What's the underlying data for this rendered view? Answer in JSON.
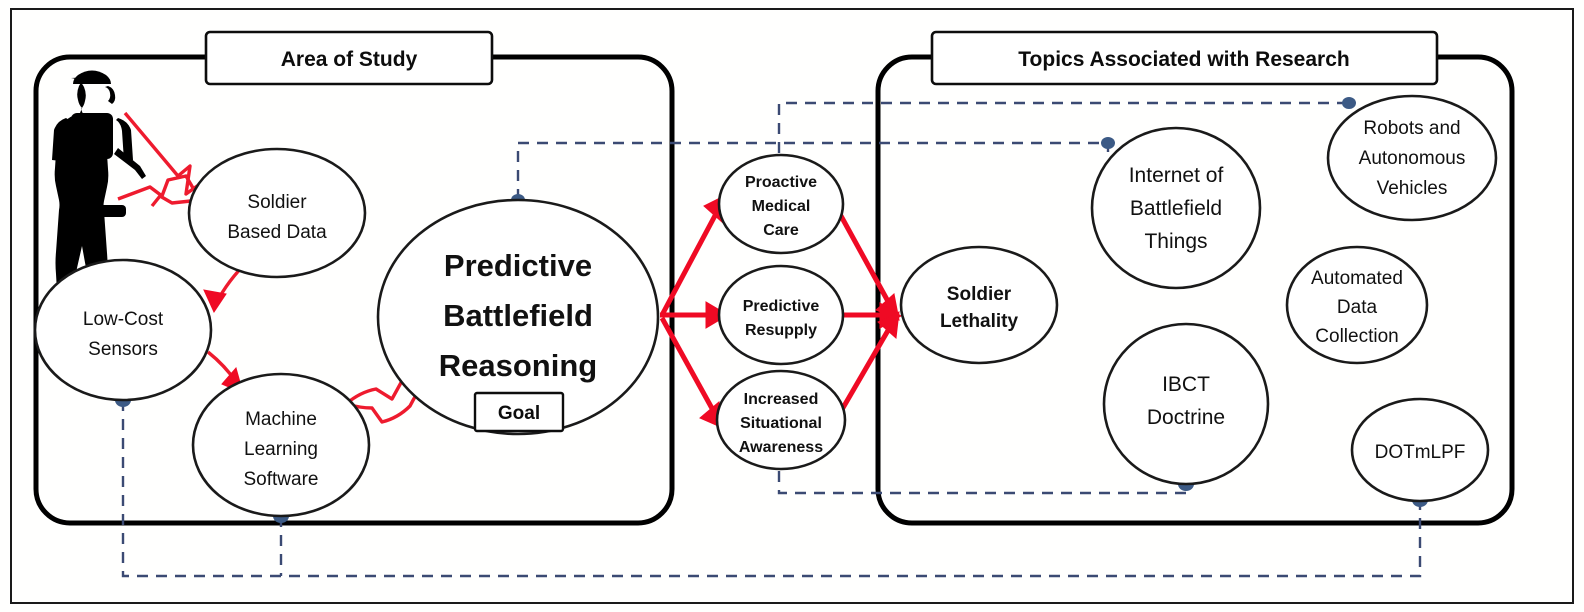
{
  "figure": {
    "title": "Predictive Battlefield Reasoning research concept map",
    "background": "#ffffff",
    "accent_red": "#ef0a24",
    "accent_blue": "#3c5a85"
  },
  "panels": {
    "left": {
      "header": "Area of Study"
    },
    "right": {
      "header": "Topics Associated with Research"
    }
  },
  "left_nodes": [
    {
      "id": "soldier-based-data",
      "lines": [
        "Soldier",
        "Based Data"
      ],
      "style": "regular"
    },
    {
      "id": "low-cost-sensors",
      "lines": [
        "Low-Cost",
        "Sensors"
      ],
      "style": "regular"
    },
    {
      "id": "machine-learning-software",
      "lines": [
        "Machine",
        "Learning",
        "Software"
      ],
      "style": "regular"
    },
    {
      "id": "predictive-battlefield-reasoning",
      "lines": [
        "Predictive",
        "Battlefield",
        "Reasoning"
      ],
      "style": "big-bold",
      "badge": "Goal"
    }
  ],
  "middle_nodes": [
    {
      "id": "proactive-medical-care",
      "lines": [
        "Proactive",
        "Medical",
        "Care"
      ],
      "style": "small-bold"
    },
    {
      "id": "predictive-resupply",
      "lines": [
        "Predictive",
        "Resupply"
      ],
      "style": "small-bold"
    },
    {
      "id": "increased-situational-awareness",
      "lines": [
        "Increased",
        "Situational",
        "Awareness"
      ],
      "style": "small-bold"
    }
  ],
  "right_nodes": [
    {
      "id": "soldier-lethality",
      "lines": [
        "Soldier",
        "Lethality"
      ],
      "style": "bold"
    },
    {
      "id": "internet-of-battlefield-things",
      "lines": [
        "Internet of",
        "Battlefield",
        "Things"
      ],
      "style": "medium"
    },
    {
      "id": "robots-and-autonomous-vehicles",
      "lines": [
        "Robots and",
        "Autonomous",
        "Vehicles"
      ],
      "style": "regular"
    },
    {
      "id": "automated-data-collection",
      "lines": [
        "Automated",
        "Data",
        "Collection"
      ],
      "style": "regular"
    },
    {
      "id": "ibct-doctrine",
      "lines": [
        "IBCT",
        "Doctrine"
      ],
      "style": "medium"
    },
    {
      "id": "dotmlpf",
      "lines": [
        "DOTmLPF"
      ],
      "style": "regular"
    }
  ],
  "badges": {
    "goal": "Goal"
  },
  "icons": {
    "soldier": "soldier-silhouette-icon"
  },
  "connections": [
    {
      "from": "soldier-silhouette-icon",
      "to": "soldier-based-data",
      "kind": "red-arrow"
    },
    {
      "from": "soldier-silhouette-icon",
      "to": "soldier-based-data",
      "kind": "red-arrow"
    },
    {
      "from": "soldier-based-data",
      "to": "low-cost-sensors",
      "kind": "red-arrow"
    },
    {
      "from": "low-cost-sensors",
      "to": "machine-learning-software",
      "kind": "red-arrow"
    },
    {
      "from": "machine-learning-software",
      "to": "predictive-battlefield-reasoning",
      "kind": "red-arrow"
    },
    {
      "from": "predictive-battlefield-reasoning",
      "to": "proactive-medical-care",
      "kind": "red-arrow"
    },
    {
      "from": "predictive-battlefield-reasoning",
      "to": "predictive-resupply",
      "kind": "red-arrow"
    },
    {
      "from": "predictive-battlefield-reasoning",
      "to": "increased-situational-awareness",
      "kind": "red-arrow"
    },
    {
      "from": "proactive-medical-care",
      "to": "soldier-lethality",
      "kind": "red-arrow"
    },
    {
      "from": "predictive-resupply",
      "to": "soldier-lethality",
      "kind": "red-arrow"
    },
    {
      "from": "increased-situational-awareness",
      "to": "soldier-lethality",
      "kind": "red-arrow"
    },
    {
      "from": "predictive-battlefield-reasoning",
      "to": "internet-of-battlefield-things",
      "kind": "blue-dashed"
    },
    {
      "from": "proactive-medical-care",
      "to": "robots-and-autonomous-vehicles",
      "kind": "blue-dashed"
    },
    {
      "from": "increased-situational-awareness",
      "to": "ibct-doctrine",
      "kind": "blue-dashed"
    },
    {
      "from": "low-cost-sensors",
      "to": "dotmlpf",
      "kind": "blue-dashed"
    },
    {
      "from": "machine-learning-software",
      "to": "dotmlpf",
      "kind": "blue-dashed"
    }
  ]
}
